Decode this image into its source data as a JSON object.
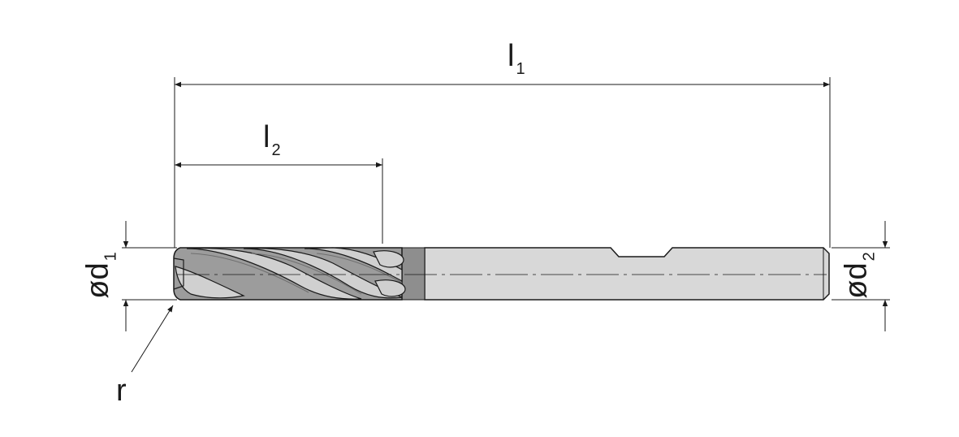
{
  "labels": {
    "l1": {
      "main": "l",
      "sub": "1"
    },
    "l2": {
      "main": "l",
      "sub": "2"
    },
    "d1": {
      "main": "ød",
      "sub": "1"
    },
    "d2": {
      "main": "ød",
      "sub": "2"
    },
    "r": "r"
  },
  "colors": {
    "line": "#1a1a1a",
    "flute_body": "#9c9c9c",
    "flute_dark": "#6f6f6f",
    "flute_light": "#d0d0d0",
    "neck": "#8e8e8e",
    "shank": "#d8d8d8"
  }
}
